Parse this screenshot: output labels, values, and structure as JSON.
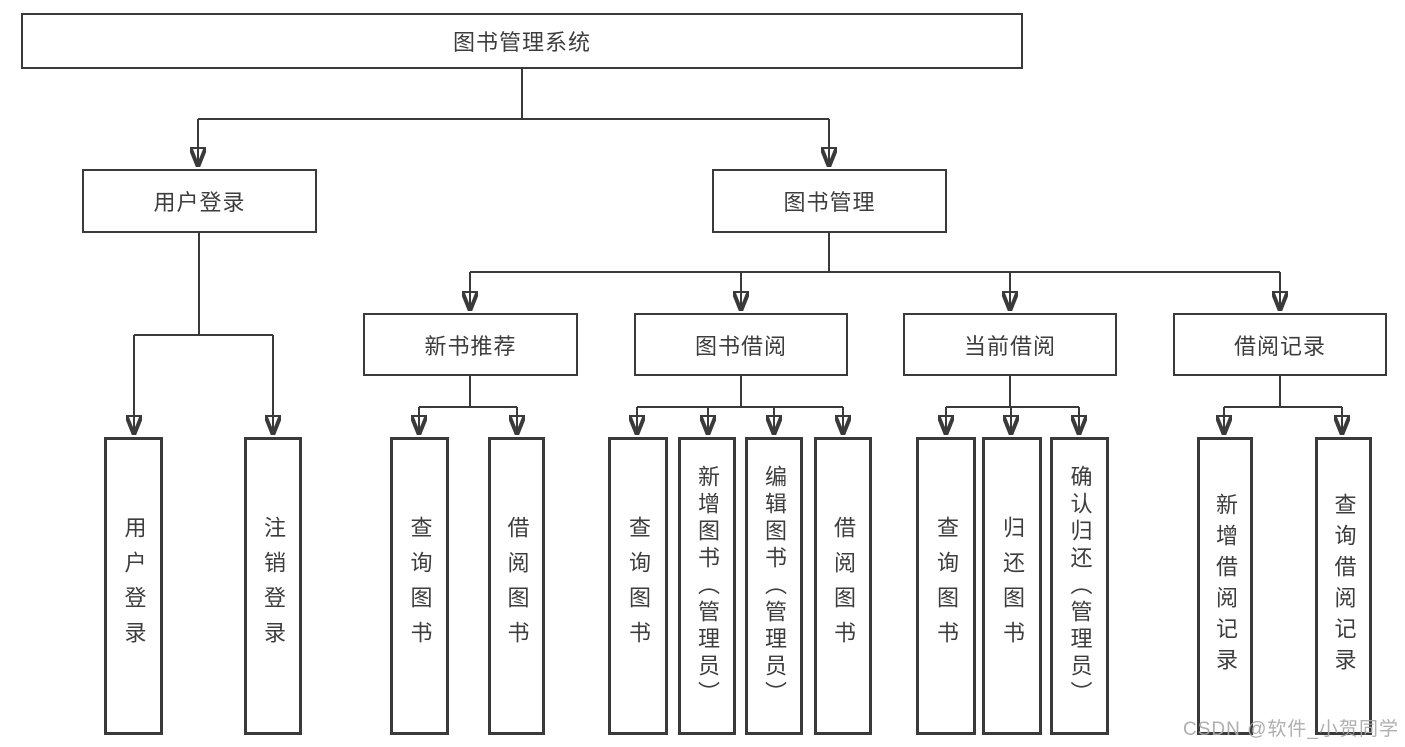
{
  "diagram": {
    "root": {
      "label": "图书管理系统"
    },
    "branches": [
      {
        "label": "用户登录"
      },
      {
        "label": "图书管理"
      }
    ],
    "sections": [
      {
        "label": "新书推荐"
      },
      {
        "label": "图书借阅"
      },
      {
        "label": "当前借阅"
      },
      {
        "label": "借阅记录"
      }
    ],
    "leaves": [
      {
        "label": "用户登录"
      },
      {
        "label": "注销登录"
      },
      {
        "label": "查询图书"
      },
      {
        "label": "借阅图书"
      },
      {
        "label": "查询图书"
      },
      {
        "label": "新增图书（管理员）"
      },
      {
        "label": "编辑图书（管理员）"
      },
      {
        "label": "借阅图书"
      },
      {
        "label": "查询图书"
      },
      {
        "label": "归还图书"
      },
      {
        "label": "确认归还（管理员）"
      },
      {
        "label": "新增借阅记录"
      },
      {
        "label": "查询借阅记录"
      }
    ]
  },
  "watermark": {
    "text": "CSDN @软件_小贺同学"
  },
  "colors": {
    "line": "#3a3a3a",
    "text": "#3d3d3d",
    "watermark": "#a8a8a8",
    "background": "#ffffff"
  }
}
